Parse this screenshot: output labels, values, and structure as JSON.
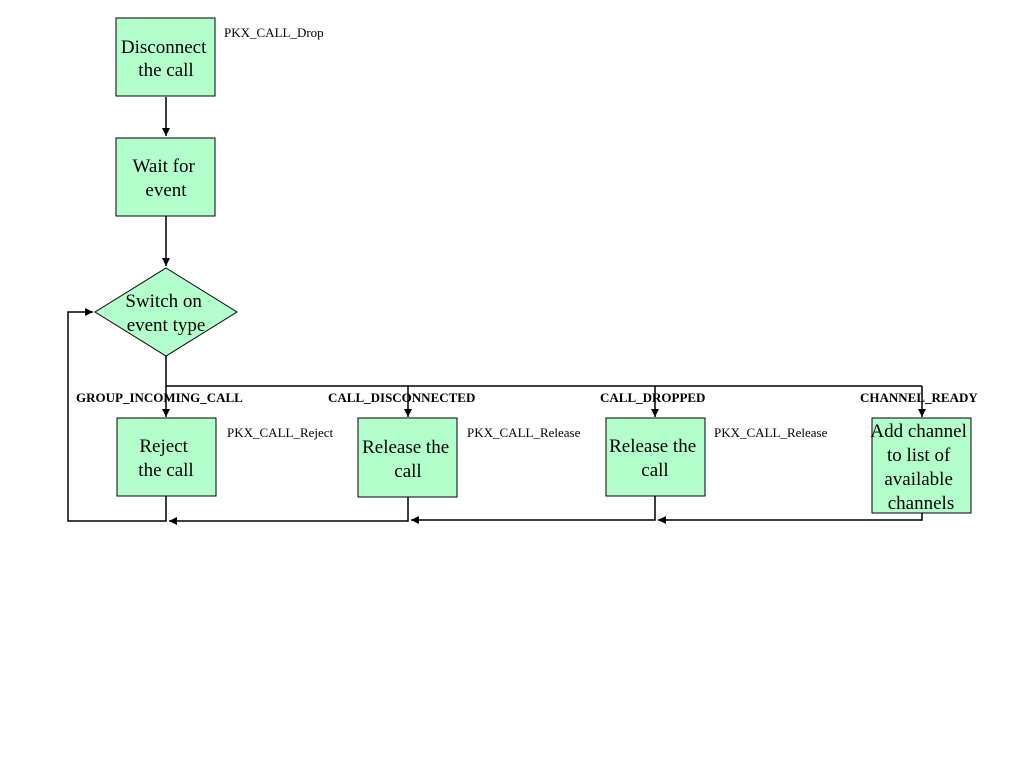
{
  "nodes": {
    "disconnect": {
      "lines": [
        "Disconnect",
        "the call"
      ],
      "api": "PKX_CALL_Drop"
    },
    "wait": {
      "lines": [
        "Wait for",
        "event"
      ]
    },
    "switch": {
      "lines": [
        "Switch on",
        "event type"
      ]
    },
    "reject": {
      "lines": [
        "Reject",
        "the call"
      ],
      "api": "PKX_CALL_Reject",
      "event": "GROUP_INCOMING_CALL"
    },
    "release1": {
      "lines": [
        "Release the",
        "call"
      ],
      "api": "PKX_CALL_Release",
      "event": "CALL_DISCONNECTED"
    },
    "release2": {
      "lines": [
        "Release the",
        "call"
      ],
      "api": "PKX_CALL_Release",
      "event": "CALL_DROPPED"
    },
    "addchannel": {
      "lines": [
        "Add channel",
        "to list of",
        "available",
        "channels"
      ],
      "event": "CHANNEL_READY"
    }
  },
  "colors": {
    "node_fill": "#b3ffcc",
    "stroke": "#000000"
  }
}
